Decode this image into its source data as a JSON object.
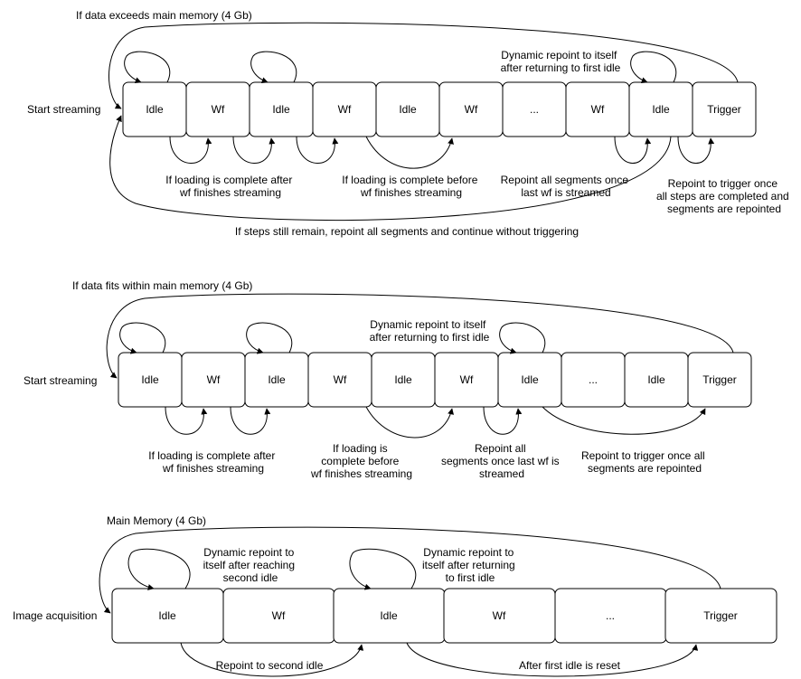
{
  "section1": {
    "title": "If data exceeds main memory (4 Gb)",
    "start_label": "Start streaming",
    "boxes": [
      "Idle",
      "Wf",
      "Idle",
      "Wf",
      "Idle",
      "Wf",
      "...",
      "Wf",
      "Idle",
      "Trigger"
    ],
    "ann_dynamic": [
      "Dynamic repoint to itself",
      "after returning to first idle"
    ],
    "ann_after": [
      "If loading is complete after",
      "wf finishes streaming"
    ],
    "ann_before": [
      "If loading is complete before",
      "wf finishes streaming"
    ],
    "ann_repoint_all": [
      "Repoint all segments once",
      "last wf is streamed"
    ],
    "ann_trigger": [
      "Repoint to trigger once",
      "all steps are completed and",
      "segments are repointed"
    ],
    "ann_bottom": "If steps still remain, repoint all segments and continue without triggering"
  },
  "section2": {
    "title": "If data fits within main memory (4 Gb)",
    "start_label": "Start streaming",
    "boxes": [
      "Idle",
      "Wf",
      "Idle",
      "Wf",
      "Idle",
      "Wf",
      "Idle",
      "...",
      "Idle",
      "Trigger"
    ],
    "ann_dynamic": [
      "Dynamic repoint to itself",
      "after returning to first idle"
    ],
    "ann_after": [
      "If loading is complete after",
      "wf finishes streaming"
    ],
    "ann_before": [
      "If loading is",
      "complete before",
      "wf finishes streaming"
    ],
    "ann_repoint_all": [
      "Repoint all",
      "segments once last wf is",
      "streamed"
    ],
    "ann_trigger": [
      "Repoint to trigger once all",
      "segments are repointed"
    ]
  },
  "section3": {
    "title": "Main Memory (4 Gb)",
    "start_label": "Image acquisition",
    "boxes": [
      "Idle",
      "Wf",
      "Idle",
      "Wf",
      "...",
      "Trigger"
    ],
    "ann_dynamic1": [
      "Dynamic repoint to",
      "itself after reaching",
      "second idle"
    ],
    "ann_dynamic2": [
      "Dynamic repoint to",
      "itself after returning",
      "to first idle"
    ],
    "ann_second": "Repoint to second idle",
    "ann_reset": "After first idle is reset"
  }
}
